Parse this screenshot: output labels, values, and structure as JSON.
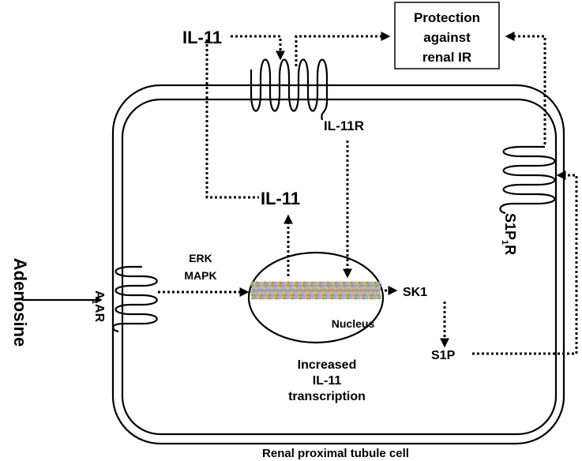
{
  "labels": {
    "protection": [
      "Protection",
      "against",
      "renal IR"
    ],
    "il11_outside": "IL-11",
    "il11r": "IL-11R",
    "il11_inside": "IL-11",
    "s1p1r_main": "S1P",
    "s1p1r_sub": "1",
    "s1p1r_end": "R",
    "adenosine": "Adenosine",
    "a1ar_main": "A",
    "a1ar_sub": "1",
    "a1ar_end": "AR",
    "erk": [
      "ERK",
      "MAPK"
    ],
    "sk1": "SK1",
    "nucleus": "Nucleus",
    "s1p": "S1P",
    "increased": [
      "Increased",
      "IL-11",
      "transcription"
    ],
    "cell": "Renal proximal tubule cell"
  },
  "colors": {
    "line": "#000000",
    "dna_strands": [
      "#d94f3b",
      "#8fbf3c",
      "#e9b43a",
      "#b88dd6",
      "#6fb0c9"
    ]
  }
}
